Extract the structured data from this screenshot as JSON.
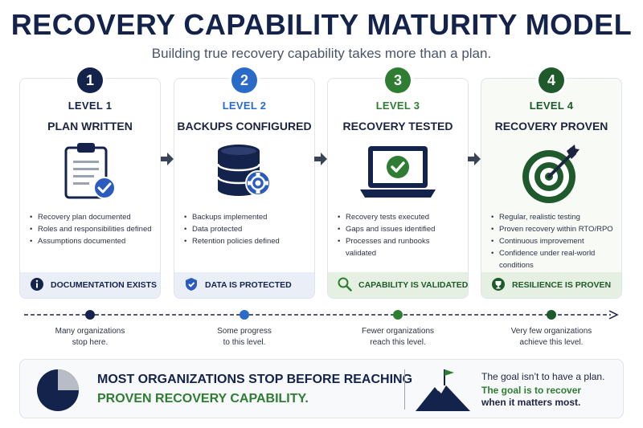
{
  "header": {
    "title": "RECOVERY CAPABILITY MATURITY MODEL",
    "subtitle": "Building true recovery capability takes more than a plan."
  },
  "levels": [
    {
      "number": "1",
      "level": "LEVEL 1",
      "title": "PLAN WRITTEN",
      "icon": "clipboard-check-icon",
      "color": "#14234b",
      "bullets": [
        "Recovery plan documented",
        "Roles and responsibilities defined",
        "Assumptions documented"
      ],
      "footer": "DOCUMENTATION EXISTS",
      "footer_icon": "info-icon",
      "timeline_text": [
        "Many organizations",
        "stop here."
      ]
    },
    {
      "number": "2",
      "level": "LEVEL 2",
      "title": "BACKUPS CONFIGURED",
      "icon": "database-gear-icon",
      "color": "#2a6bc7",
      "bullets": [
        "Backups implemented",
        "Data protected",
        "Retention policies defined"
      ],
      "footer": "DATA IS PROTECTED",
      "footer_icon": "shield-icon",
      "timeline_text": [
        "Some progress",
        "to this level."
      ]
    },
    {
      "number": "3",
      "level": "LEVEL 3",
      "title": "RECOVERY TESTED",
      "icon": "laptop-check-icon",
      "color": "#2e7d32",
      "bullets": [
        "Recovery tests executed",
        "Gaps and issues identified",
        "Processes and runbooks validated"
      ],
      "footer": "CAPABILITY IS VALIDATED",
      "footer_icon": "magnifier-icon",
      "timeline_text": [
        "Fewer organizations",
        "reach this level."
      ]
    },
    {
      "number": "4",
      "level": "LEVEL 4",
      "title": "RECOVERY PROVEN",
      "icon": "target-arrow-icon",
      "color": "#1e5a2b",
      "bullets": [
        "Regular, realistic testing",
        "Proven recovery within RTO/RPO",
        "Continuous improvement",
        "Confidence under real-world conditions"
      ],
      "footer": "RESILIENCE IS PROVEN",
      "footer_icon": "trophy-icon",
      "timeline_text": [
        "Very few organizations",
        "achieve this level."
      ]
    }
  ],
  "summary": {
    "line1": "MOST ORGANIZATIONS STOP BEFORE REACHING",
    "line2": "PROVEN RECOVERY CAPABILITY.",
    "goal1": "The goal isn’t to have a plan.",
    "goal2": "The goal is to recover",
    "goal3": "when it matters most.",
    "pie_icon": "pie-chart-icon",
    "mountain_icon": "mountain-flag-icon"
  },
  "colors": {
    "navy": "#14234b",
    "blue": "#2a6bc7",
    "green": "#2e7d32",
    "dark_green": "#1e5a2b",
    "footer_blue_bg": "#e9eef7",
    "footer_green_bg": "#e6f0e2"
  }
}
